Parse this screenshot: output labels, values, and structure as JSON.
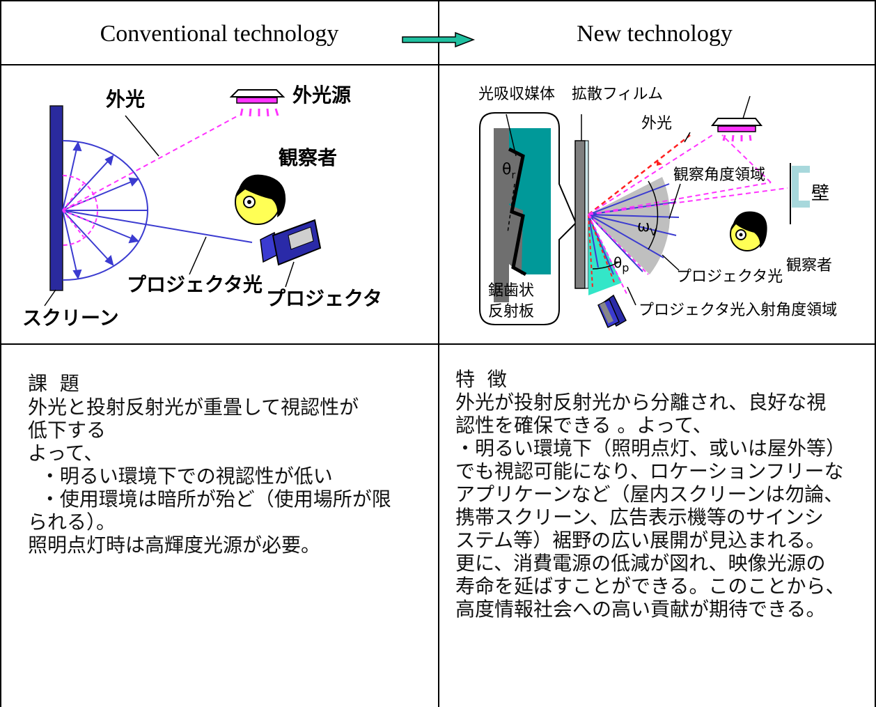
{
  "header": {
    "left_title": "Conventional technology",
    "right_title": "New technology"
  },
  "left_diagram": {
    "outside_light": "外光",
    "outside_light_source": "外光源",
    "observer": "観察者",
    "projector_light": "プロジェクタ光",
    "projector": "プロジェクタ",
    "screen": "スクリーン"
  },
  "right_diagram": {
    "absorbing_medium": "光吸収媒体",
    "diffusion_film": "拡散フィルム",
    "outside_light": "外光",
    "viewing_angle_region": "観察角度領域",
    "wall": "壁",
    "theta_r": "θ",
    "theta_r_sub": "r",
    "omega_v": "ω",
    "omega_v_sub": "V",
    "theta_p": "θ",
    "theta_p_sub": "p",
    "observer": "観察者",
    "projector_light": "プロジェクタ光",
    "incidence_region": "プロジェクタ光入射角度領域",
    "sawtooth_line1": "鋸歯状",
    "sawtooth_line2": "反射板"
  },
  "left_text": {
    "heading": "課  題",
    "lines": [
      "外光と投射反射光が重畳して視認性が",
      "低下する",
      "よって、",
      "  ・明るい環境下での視認性が低い",
      "  ・使用環境は暗所が殆ど（使用場所が限",
      "られる）。",
      "照明点灯時は高輝度光源が必要。"
    ]
  },
  "right_text": {
    "heading": "特  徴",
    "lines": [
      "外光が投射反射光から分離され、良好な視",
      "認性を確保できる 。よって、",
      "・明るい環境下（照明点灯、或いは屋外等）",
      "でも視認可能になり、ロケーションフリーな",
      "アプリケーンなど（屋内スクリーンは勿論、",
      "携帯スクリーン、広告表示機等のサインシ",
      "ステム等）裾野の広い展開が見込まれる。",
      "更に、消費電源の低減が図れ、映像光源の",
      "寿命を延ばすことができる。このことから、",
      "高度情報社会への高い貢献が期待できる。"
    ]
  },
  "colors": {
    "screen_blue": "#2a2a9e",
    "ray_blue": "#3b3bd0",
    "ray_magenta": "#ff33ff",
    "ray_red": "#ff2020",
    "teal": "#009999",
    "cyan": "#33e6c8",
    "wall": "#a8d8dc",
    "arrow": "#20c0a0"
  }
}
